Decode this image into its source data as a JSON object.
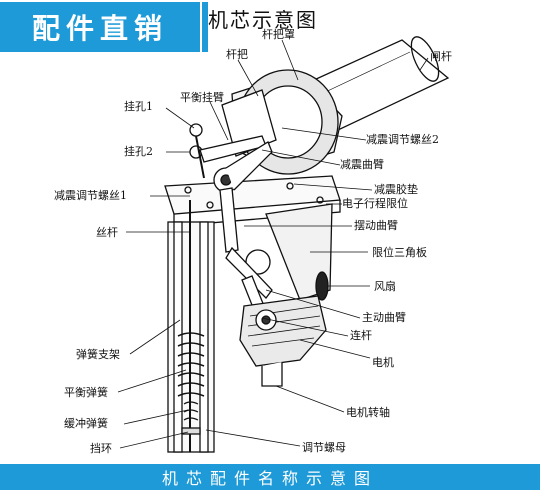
{
  "header": {
    "badge": "配件直销",
    "title": "机芯示意图"
  },
  "footer": {
    "title": "机芯配件名称示意图"
  },
  "labels": {
    "gan_ba_zhao": "杆把罩",
    "zha_gan": "闸杆",
    "gan_ba": "杆把",
    "ping_heng_gua_bi": "平衡挂臂",
    "gua_kong_1": "挂孔1",
    "jian_zhen_luo_si_2": "减震调节螺丝2",
    "gua_kong_2": "挂孔2",
    "jian_zhen_qu_bi": "减震曲臂",
    "jian_zhen_jiao_dian": "减震胶垫",
    "jian_zhen_luo_si_1": "减震调节螺丝1",
    "dian_zi_xing_cheng": "电子行程限位",
    "bai_dong_qu_bi": "摆动曲臂",
    "si_gan": "丝杆",
    "xian_wei_san_jiao_ban": "限位三角板",
    "feng_shan": "风扇",
    "zhu_dong_qu_bi": "主动曲臂",
    "tan_huang_zhi_jia": "弹簧支架",
    "lian_gan": "连杆",
    "dian_ji": "电机",
    "ping_heng_tan_huang": "平衡弹簧",
    "huan_chong_tan_huang": "缓冲弹簧",
    "dian_ji_zhuan_zhou": "电机转轴",
    "dang_huan": "挡环",
    "tiao_jie_luo_mu": "调节螺母"
  }
}
